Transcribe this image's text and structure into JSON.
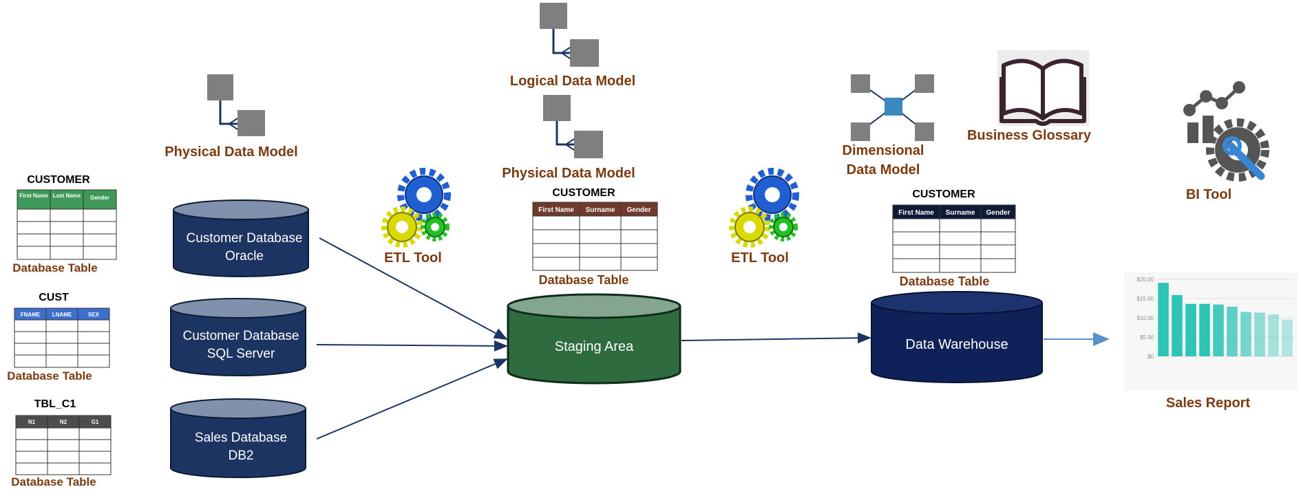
{
  "colors": {
    "label_brown": "#7b3a10",
    "navy": "#1b3461",
    "staging_green": "#2e6b3f",
    "warehouse_navy": "#0e2158",
    "bar_teal": "#2ec4b6"
  },
  "source_tables": [
    {
      "name": "CUSTOMER",
      "columns": [
        "First Name",
        "Last Name",
        "Gender"
      ],
      "header_color": "#3f9a5a",
      "caption": "Database Table"
    },
    {
      "name": "CUST",
      "columns": [
        "FNAME",
        "LNAME",
        "SEX"
      ],
      "header_color": "#3d6fcc",
      "caption": "Database Table"
    },
    {
      "name": "TBL_C1",
      "columns": [
        "N1",
        "N2",
        "G1"
      ],
      "header_color": "#4d4d4d",
      "caption": "Database Table"
    }
  ],
  "physical_model_left": {
    "label": "Physical Data Model"
  },
  "source_databases": [
    {
      "line1": "Customer Database",
      "line2": "Oracle"
    },
    {
      "line1": "Customer Database",
      "line2": "SQL Server"
    },
    {
      "line1": "Sales Database",
      "line2": "DB2"
    }
  ],
  "etl_left": {
    "label": "ETL Tool"
  },
  "etl_right": {
    "label": "ETL Tool"
  },
  "logical_model": {
    "label": "Logical Data Model"
  },
  "physical_model_center": {
    "label": "Physical Data Model"
  },
  "staging_table": {
    "name": "CUSTOMER",
    "columns": [
      "First Name",
      "Surname",
      "Gender"
    ],
    "header_color": "#6e3b2e",
    "caption": "Database Table"
  },
  "staging": {
    "label": "Staging Area"
  },
  "dimensional_model": {
    "line1": "Dimensional",
    "line2": "Data Model"
  },
  "business_glossary": {
    "label": "Business Glossary"
  },
  "bi_tool": {
    "label": "BI Tool"
  },
  "warehouse_table": {
    "name": "CUSTOMER",
    "columns": [
      "First Name",
      "Surname",
      "Gender"
    ],
    "header_color": "#0f1a36",
    "caption": "Database Table"
  },
  "warehouse": {
    "label": "Data Warehouse"
  },
  "sales_report": {
    "label": "Sales Report",
    "chart_data": {
      "type": "bar",
      "y_ticks": [
        "$20.00",
        "$15.00",
        "$10.00",
        "$5.00",
        "$0"
      ],
      "ylim": [
        0,
        22
      ],
      "values": [
        21,
        17.5,
        15,
        15,
        14.8,
        14.2,
        12.7,
        12.5,
        12,
        10.5
      ]
    }
  }
}
